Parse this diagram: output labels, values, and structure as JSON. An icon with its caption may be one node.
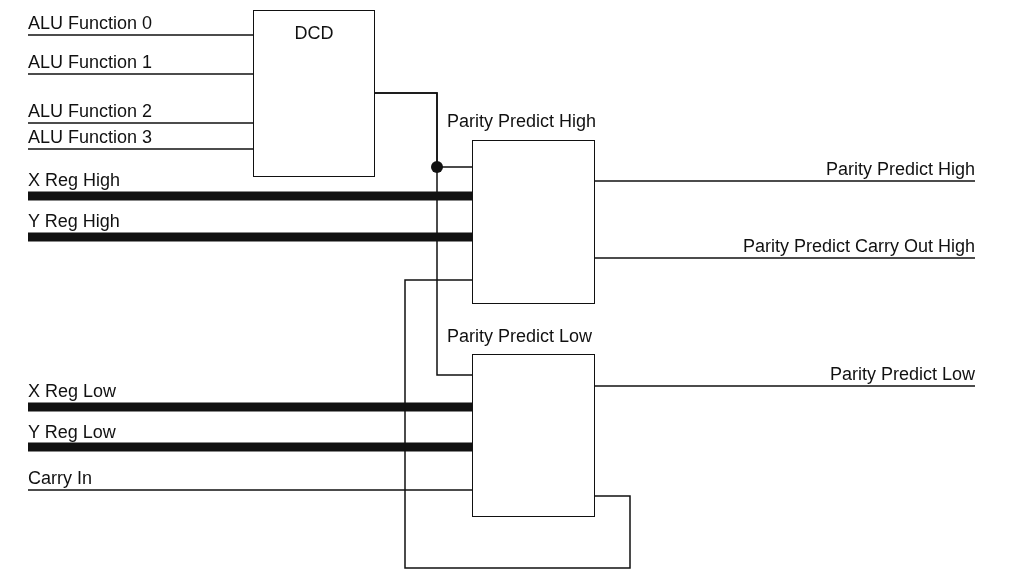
{
  "diagram": {
    "nodes": [
      {
        "text": [
          "DCD"
        ]
      },
      {
        "text": [
          "Parity Predict High"
        ]
      },
      {
        "text": [
          "Parity Predict Low"
        ]
      },
      {
        "text": [
          "ALU Function 0"
        ]
      },
      {
        "text": [
          "ALU Function 1"
        ]
      },
      {
        "text": [
          "ALU Function 2"
        ]
      },
      {
        "text": [
          "ALU Function 3"
        ]
      },
      {
        "text": [
          "X Reg High"
        ]
      },
      {
        "text": [
          "Y Reg High"
        ]
      },
      {
        "text": [
          "X Reg Low"
        ]
      },
      {
        "text": [
          "Y Reg Low"
        ]
      },
      {
        "text": [
          "Carry In"
        ]
      },
      {
        "text": [
          "Parity Predict High"
        ]
      },
      {
        "text": [
          "Parity Predict Carry Out High"
        ]
      },
      {
        "text": [
          "Parity Predict Low"
        ]
      }
    ],
    "edges": [
      {
        "from": 3,
        "to": 0,
        "arrow": "none"
      },
      {
        "from": 4,
        "to": 0,
        "arrow": "none"
      },
      {
        "from": 5,
        "to": 0,
        "arrow": "none"
      },
      {
        "from": 6,
        "to": 0,
        "arrow": "none"
      },
      {
        "from": 0,
        "to": 1,
        "arrow": "none"
      },
      {
        "from": 0,
        "to": 2,
        "arrow": "none"
      },
      {
        "from": 7,
        "to": 1,
        "arrow": "none",
        "style": "thick"
      },
      {
        "from": 8,
        "to": 1,
        "arrow": "none",
        "style": "thick"
      },
      {
        "from": 1,
        "to": 12,
        "arrow": "none"
      },
      {
        "from": 1,
        "to": 13,
        "arrow": "none"
      },
      {
        "from": 2,
        "to": 14,
        "arrow": "none"
      },
      {
        "from": 9,
        "to": 2,
        "arrow": "none",
        "style": "thick"
      },
      {
        "from": 10,
        "to": 2,
        "arrow": "none",
        "style": "thick"
      },
      {
        "from": 11,
        "to": 2,
        "arrow": "none"
      },
      {
        "from": 2,
        "to": 1,
        "arrow": "none"
      }
    ]
  }
}
